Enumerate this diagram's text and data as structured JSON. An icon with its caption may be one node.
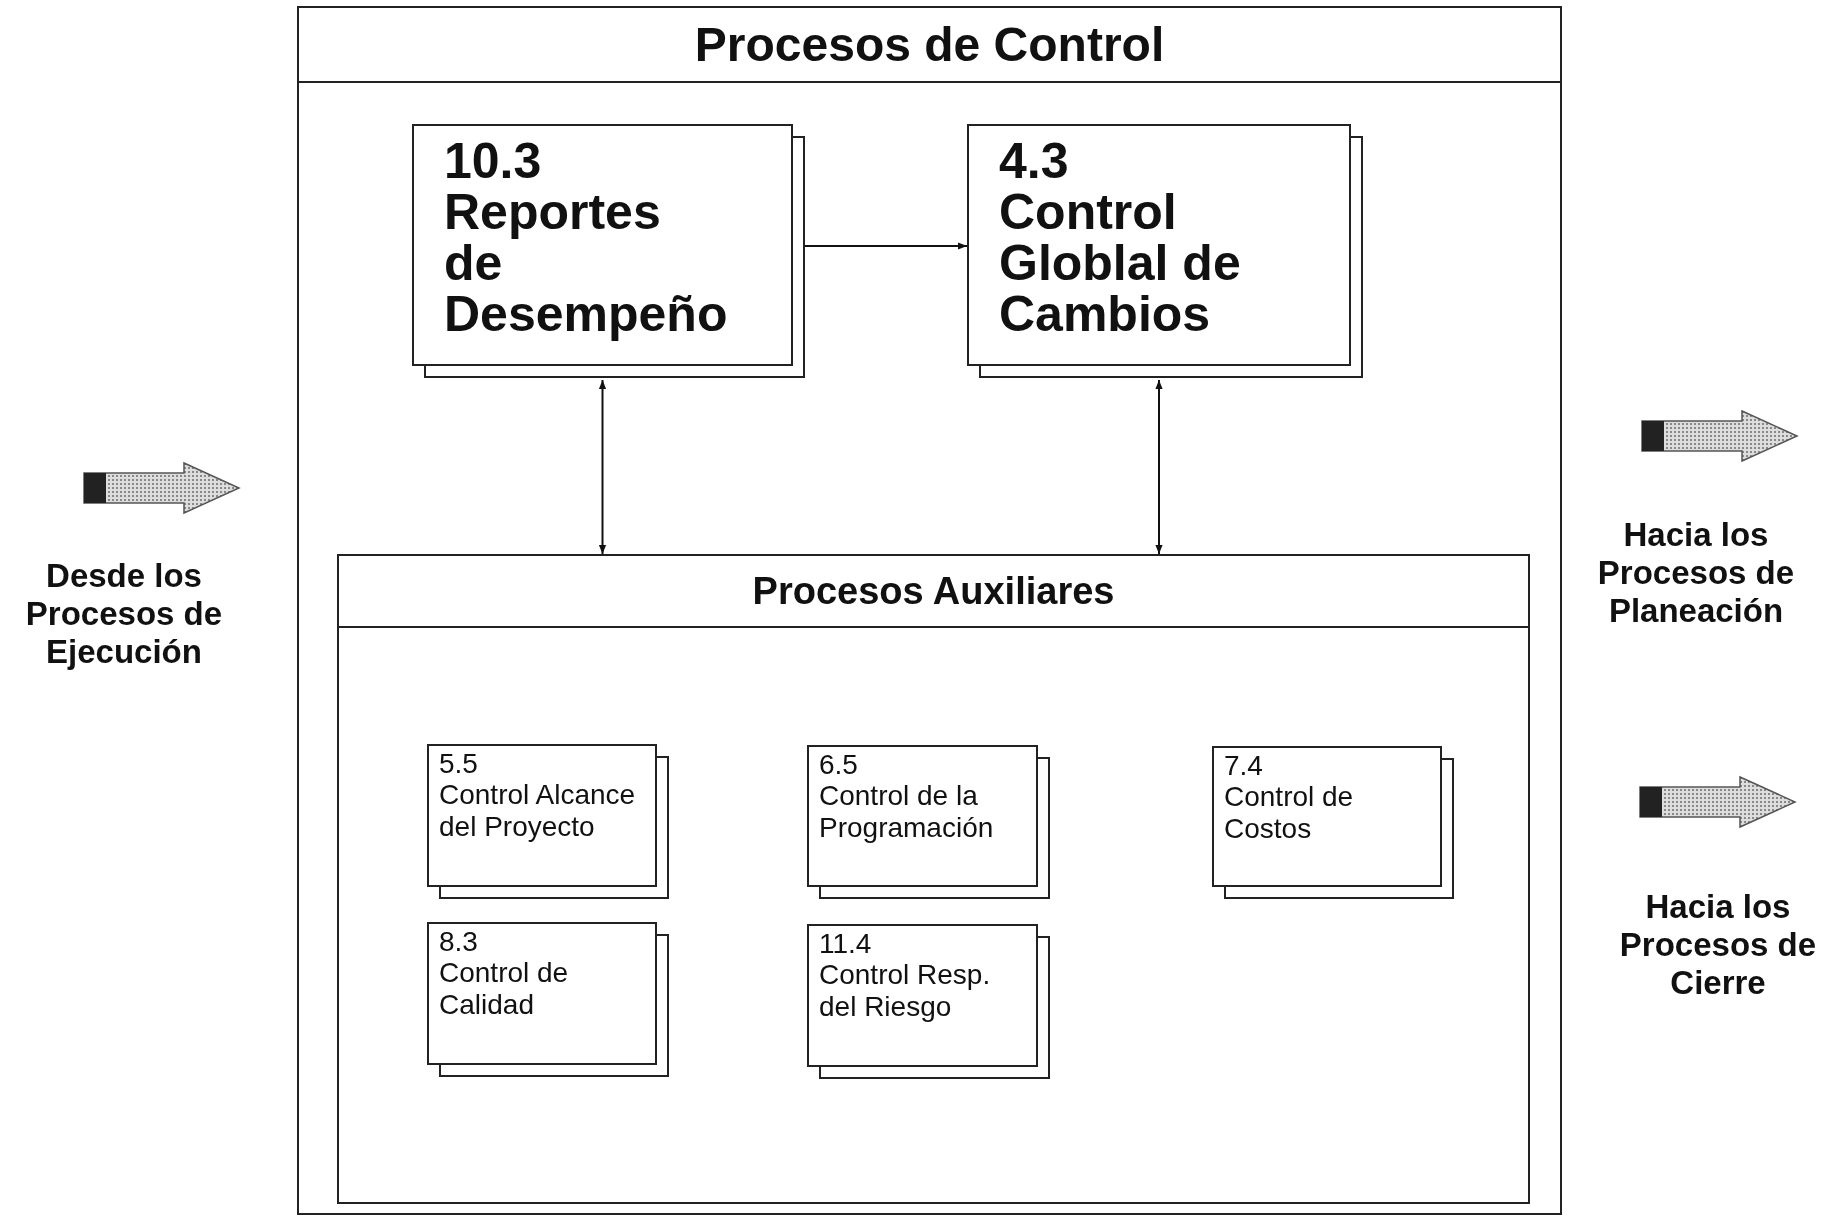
{
  "diagram": {
    "nodes": [
      {
        "text": [
          "Procesos de Control"
        ]
      },
      {
        "text": [
          "10.3",
          "Reportes de Desempeño"
        ],
        "in": 0
      },
      {
        "text": [
          "4.3",
          "Control Globlal de Cambios"
        ],
        "in": 0
      },
      {
        "text": [
          "Procesos Auxiliares"
        ],
        "in": 0
      },
      {
        "text": [
          "5.5",
          "Control Alcance del Proyecto"
        ],
        "in": 3
      },
      {
        "text": [
          "6.5",
          "Control de la Programación"
        ],
        "in": 3
      },
      {
        "text": [
          "7.4",
          "Control de Costos"
        ],
        "in": 3
      },
      {
        "text": [
          "8.3",
          "Control de Calidad"
        ],
        "in": 3
      },
      {
        "text": [
          "11.4",
          "Control Resp. del Riesgo"
        ],
        "in": 3
      }
    ],
    "edges": [
      {
        "from": 1,
        "to": 2,
        "arrow": "to"
      },
      {
        "from": 1,
        "to": 3,
        "arrow": "both"
      },
      {
        "from": 2,
        "to": 3,
        "arrow": "both"
      }
    ],
    "labels": [
      "Desde los Procesos de Ejecución",
      "Hacia los Procesos de Planeación",
      "Hacia los Procesos de Cierre"
    ]
  }
}
